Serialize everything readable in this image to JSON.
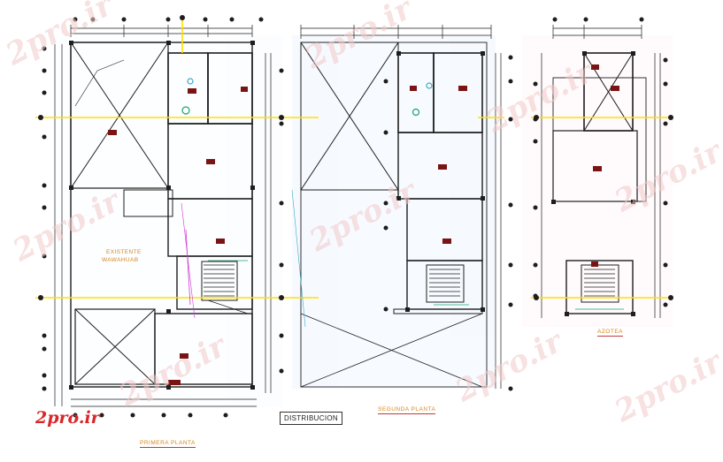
{
  "watermark": "2pro.ir",
  "brand_logo": "2pro.ir",
  "labels": {
    "existente_1": "EXISTENTE",
    "existente_2": "WAWAHUAB",
    "primera_planta": "PRIMERA PLANTA",
    "distribucion": "DISTRIBUCION",
    "segunda_planta": "SEGUNDA PLANTA",
    "azotea": "AZOTEA"
  },
  "colors": {
    "linework": "#1e1e1e",
    "dimension": "#3a3a3a",
    "axis_line": "#ffe000",
    "label_orange": "#d8861c",
    "brand_red": "#d8262a",
    "fixture_red": "#7a1414",
    "accent_green": "#1aa36b",
    "accent_magenta": "#d238d2",
    "accent_cyan": "#3aa8c8"
  }
}
